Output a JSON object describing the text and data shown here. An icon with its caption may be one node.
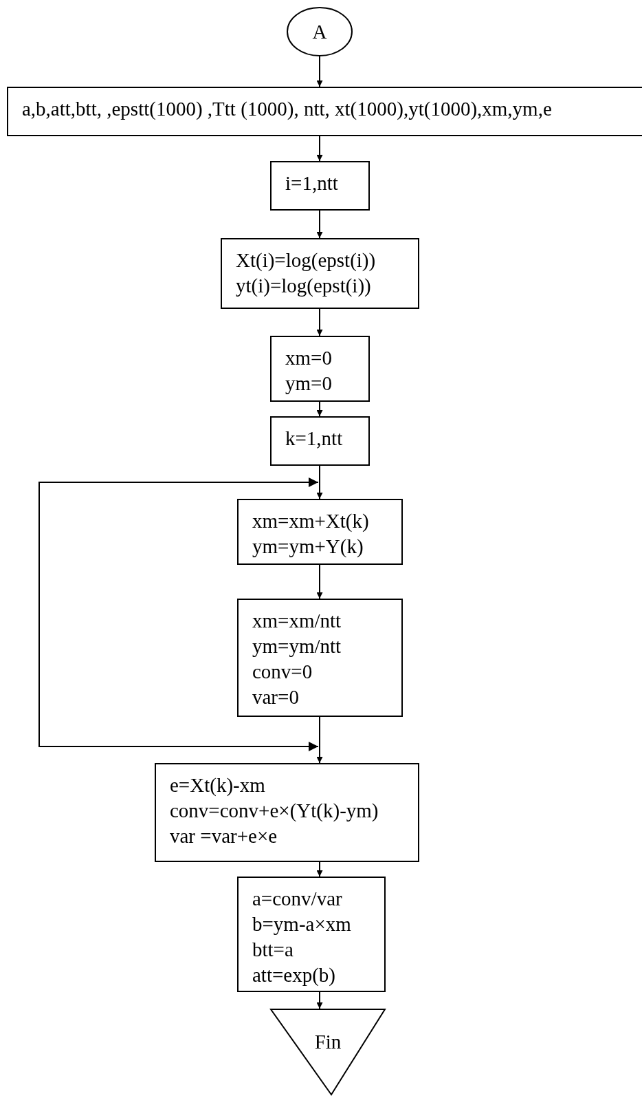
{
  "diagram": {
    "nodes": [
      {
        "text": [
          "A"
        ]
      },
      {
        "text": [
          "a,b,att,btt, ,epstt(1000) ,Ttt (1000), ntt, xt(1000),yt(1000),xm,ym,e"
        ]
      },
      {
        "text": [
          "i=1,ntt"
        ]
      },
      {
        "text": [
          "Xt(i)=log(epst(i))",
          "yt(i)=log(epst(i))"
        ]
      },
      {
        "text": [
          "xm=0",
          "ym=0"
        ]
      },
      {
        "text": [
          "k=1,ntt"
        ]
      },
      {
        "text": [
          "xm=xm+Xt(k)",
          "ym=ym+Y(k)"
        ]
      },
      {
        "text": [
          "xm=xm/ntt",
          "ym=ym/ntt",
          "conv=0",
          "var=0"
        ]
      },
      {
        "text": [
          "e=Xt(k)-xm",
          "conv=conv+e×(Yt(k)-ym)",
          "var =var+e×e"
        ]
      },
      {
        "text": [
          "a=conv/var",
          "b=ym-a×xm",
          "btt=a",
          "att=exp(b)"
        ]
      },
      {
        "text": [
          "Fin"
        ]
      }
    ],
    "edges": [
      {
        "from": 0,
        "to": 1,
        "arrow": "to"
      },
      {
        "from": 1,
        "to": 2,
        "arrow": "to"
      },
      {
        "from": 2,
        "to": 3,
        "arrow": "to"
      },
      {
        "from": 3,
        "to": 4,
        "arrow": "to"
      },
      {
        "from": 4,
        "to": 5,
        "arrow": "to"
      },
      {
        "from": 5,
        "to": 6,
        "arrow": "to"
      },
      {
        "from": 6,
        "to": 7,
        "arrow": "to"
      },
      {
        "from": 7,
        "to": 8,
        "arrow": "to"
      },
      {
        "from": 8,
        "to": 9,
        "arrow": "to"
      },
      {
        "from": 9,
        "to": 10,
        "arrow": "to"
      },
      {
        "from": 8,
        "to": 6,
        "arrow": "both"
      }
    ]
  }
}
